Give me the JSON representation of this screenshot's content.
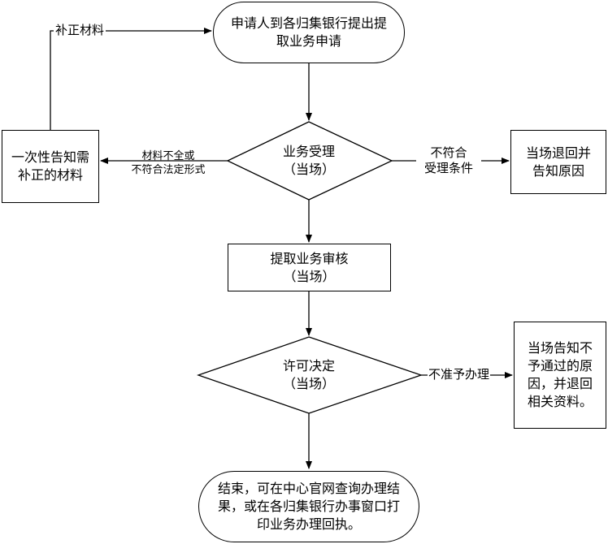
{
  "nodes": {
    "start": [
      "申请人到各归集银行提出提",
      "取业务申请"
    ],
    "supplement_box": [
      "一次性告知需",
      "补正的材料"
    ],
    "accept": [
      "业务受理",
      "（当场）"
    ],
    "reject_box": [
      "当场退回并",
      "告知原因"
    ],
    "review": [
      "提取业务审核",
      "（当场）"
    ],
    "decision": [
      "许可决定",
      "（当场）"
    ],
    "deny_box": [
      "当场告知不",
      "予通过的原",
      "因，并退回",
      "相关资料。"
    ],
    "end": [
      "结束，可在中心官网查询办理结",
      "果，或在各归集银行办事窗口打",
      "印业务办理回执。"
    ]
  },
  "edge_labels": {
    "supplement_materials": "补正材料",
    "incomplete": [
      "材料不全或",
      "不符合法定形式"
    ],
    "not_meet": [
      "不符合",
      "受理条件"
    ],
    "not_approved": "不准予办理"
  }
}
